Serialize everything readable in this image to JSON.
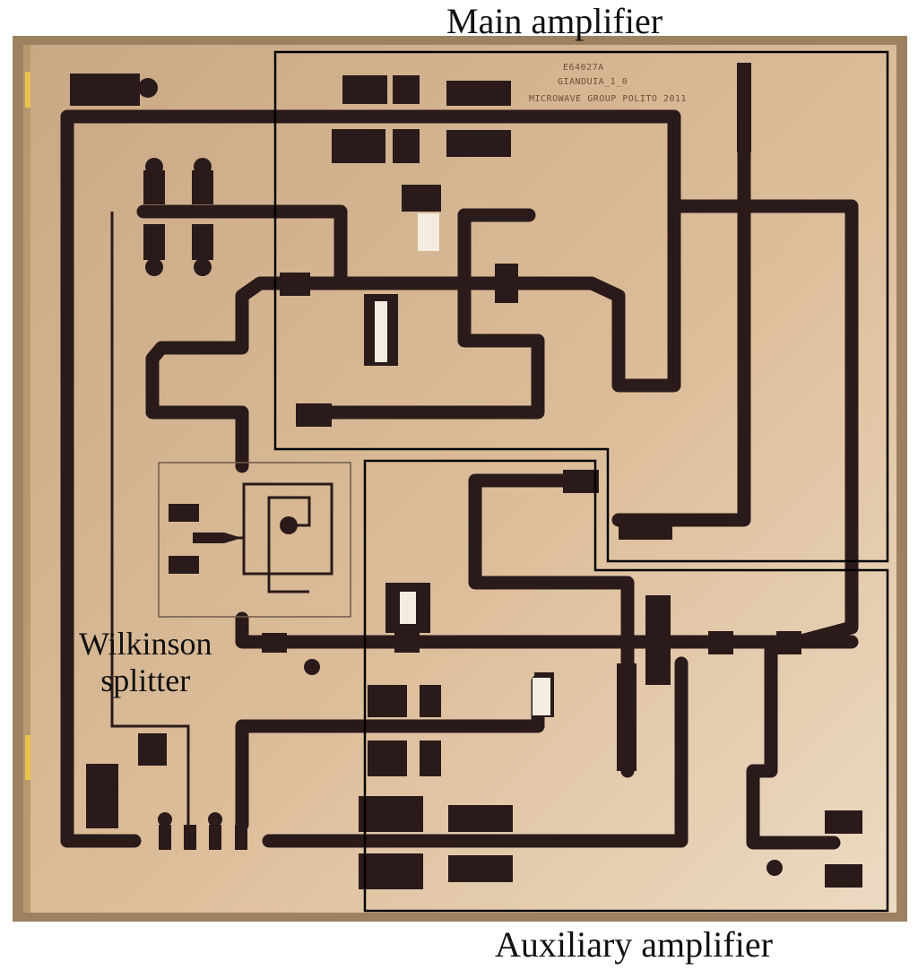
{
  "labels": {
    "main_amplifier": "Main amplifier",
    "auxiliary_amplifier": "Auxiliary amplifier",
    "wilkinson_line1": "Wilkinson",
    "wilkinson_line2": "splitter"
  },
  "chip_marking": {
    "line1": "E64027A",
    "line2": "GIANDUIA_1_0",
    "line3": "MICROWAVE GROUP POLITO 2011"
  },
  "colors": {
    "substrate": "#d6b690",
    "substrate_light": "#e9d2b4",
    "metal": "#2a1a1a",
    "frame": "#000000"
  }
}
